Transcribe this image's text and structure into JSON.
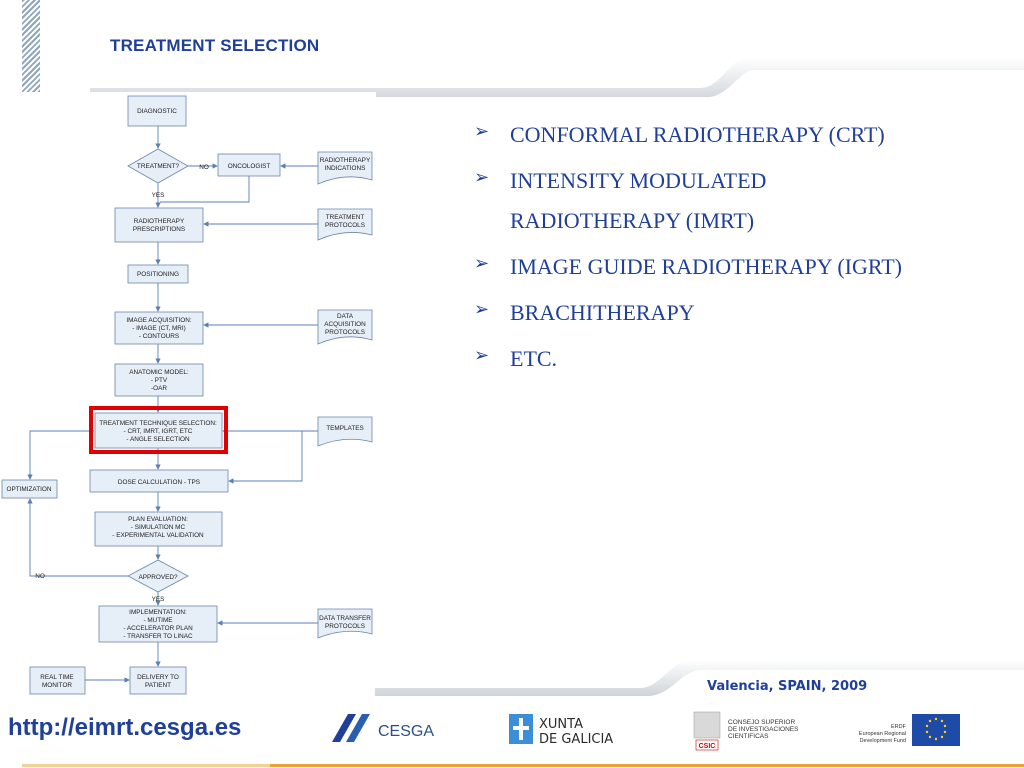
{
  "header": {
    "title": "TREATMENT SELECTION"
  },
  "flowchart": {
    "diagnostic": "DIAGNOSTIC",
    "treatment_q": "TREATMENT?",
    "no1": "NO",
    "oncologist": "ONCOLOGIST",
    "rt_indications": [
      "RADIOTHERAPY",
      "INDICATIONS"
    ],
    "yes1": "YES",
    "rt_prescriptions": [
      "RADIOTHERAPY",
      "PRESCRIPTIONS"
    ],
    "treatment_protocols": [
      "TREATMENT",
      "PROTOCOLS"
    ],
    "positioning": "POSITIONING",
    "image_acquisition": [
      "IMAGE ACQUISITION:",
      "- IMAGE (CT, MRI)",
      "- CONTOURS"
    ],
    "data_acq_protocols": [
      "DATA",
      "ACQUISITION",
      "PROTOCOLS"
    ],
    "anatomic_model": [
      "ANATOMIC MODEL:",
      "- PTV",
      "-OAR"
    ],
    "technique_selection": [
      "TREATMENT TECHNIQUE SELECTION:",
      "- CRT, IMRT, IGRT, ETC",
      "- ANGLE SELECTION"
    ],
    "templates": "TEMPLATES",
    "optimization": "OPTIMIZATION",
    "dose_calc": "DOSE CALCULATION - TPS",
    "plan_evaluation": [
      "PLAN EVALUATION:",
      "- SIMULATION MC",
      "- EXPERIMENTAL VALIDATION"
    ],
    "no2": "NO",
    "approved_q": "APPROVED?",
    "yes2": "YES",
    "implementation": [
      "IMPLEMENTATION:",
      "- MUTIME",
      "- ACCELERATOR PLAN",
      "- TRANSFER TO LINAC"
    ],
    "data_transfer_protocols": [
      "DATA TRANSFER",
      "PROTOCOLS"
    ],
    "real_time_monitor": [
      "REAL TIME",
      "MONITOR"
    ],
    "delivery": [
      "DELIVERY TO",
      "PATIENT"
    ],
    "highlight_color": "#e00000"
  },
  "bullets": [
    {
      "line1": "CONFORMAL RADIOTHERAPY (CRT)",
      "line2": ""
    },
    {
      "line1": "INTENSITY MODULATED",
      "line2": "RADIOTHERAPY (IMRT)"
    },
    {
      "line1": "IMAGE GUIDE RADIOTHERAPY (IGRT)",
      "line2": ""
    },
    {
      "line1": "BRACHITHERAPY",
      "line2": ""
    },
    {
      "line1": "ETC.",
      "line2": ""
    }
  ],
  "bullet_glyph": "➢",
  "footer": {
    "location": "Valencia, SPAIN, 2009",
    "url": "http://eimrt.cesga.es",
    "cesga": "CESGA",
    "xunta": [
      "XUNTA",
      "DE GALICIA"
    ],
    "csic": [
      "CONSEJO SUPERIOR",
      "DE INVESTIGACIONES",
      "CIENTIFICAS"
    ],
    "csic_badge": "CSIC",
    "erdf": [
      "ERDF",
      "European Regional",
      "Development Fund"
    ]
  },
  "colors": {
    "title": "#1f3f99",
    "bullet_text": "#1f3f99",
    "accent_line": "#e8a33a"
  }
}
